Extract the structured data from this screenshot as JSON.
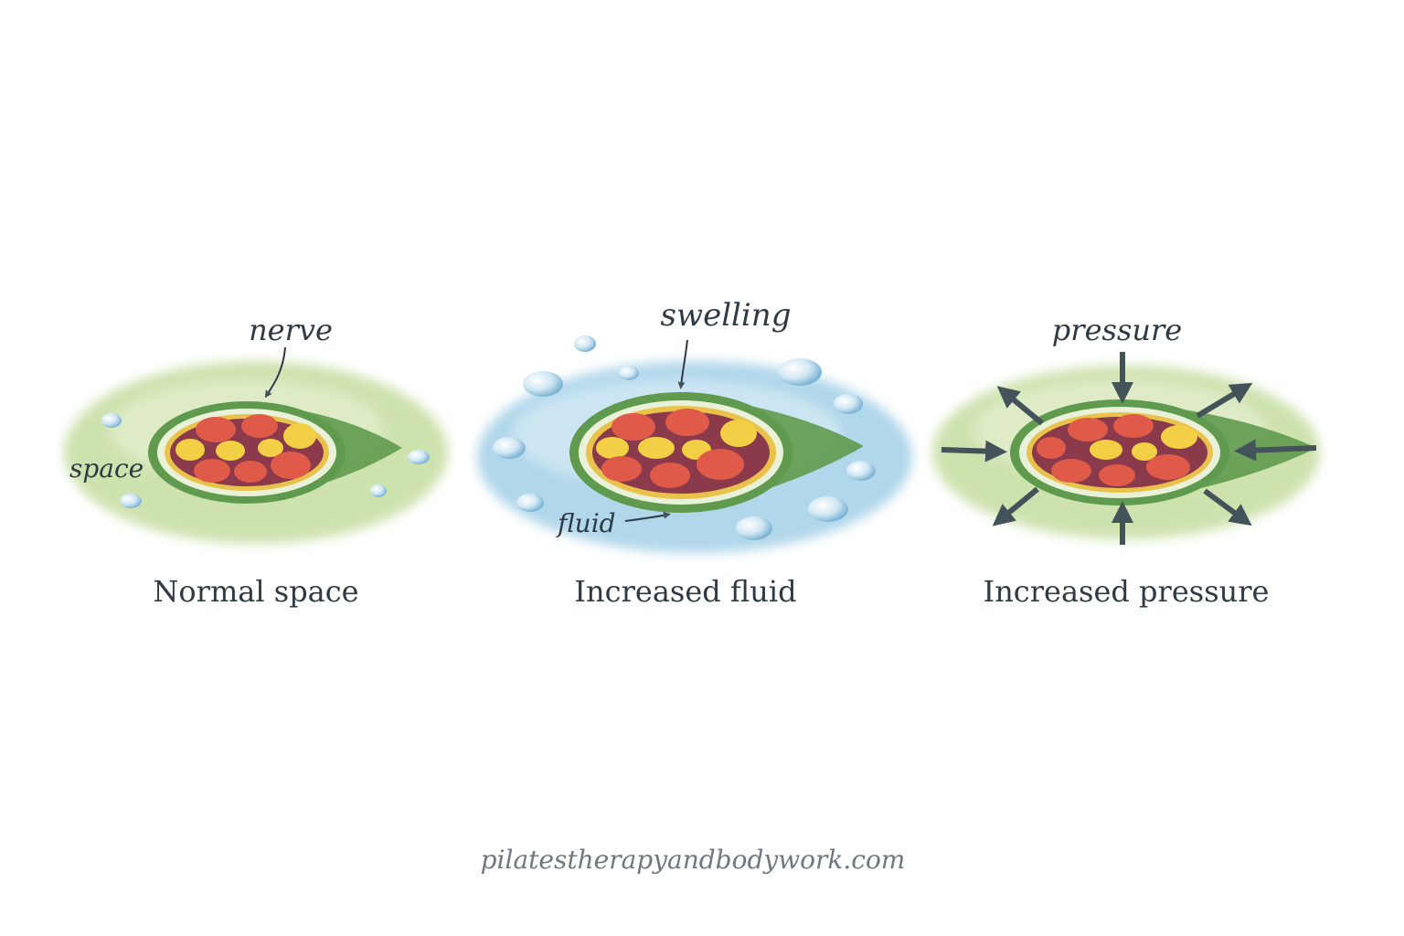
{
  "panels": [
    {
      "caption": "Normal space",
      "labels": {
        "top": "nerve",
        "left": "space"
      }
    },
    {
      "caption": "Increased fluid",
      "labels": {
        "top": "swelling",
        "left": "fluid"
      }
    },
    {
      "caption": "Increased pressure",
      "labels": {
        "top": "pressure"
      }
    }
  ],
  "footer": "pilatestherapyandbodywork.com",
  "colors": {
    "tissue_green": "#c9dfa6",
    "sheath_green": "#5f9a4e",
    "fluid_blue": "#a9d3e8",
    "fascicle_red": "#e05a4a",
    "fascicle_yellow": "#f2cf45",
    "nerve_interior": "#8a3a4a",
    "arrow": "#44535a"
  }
}
